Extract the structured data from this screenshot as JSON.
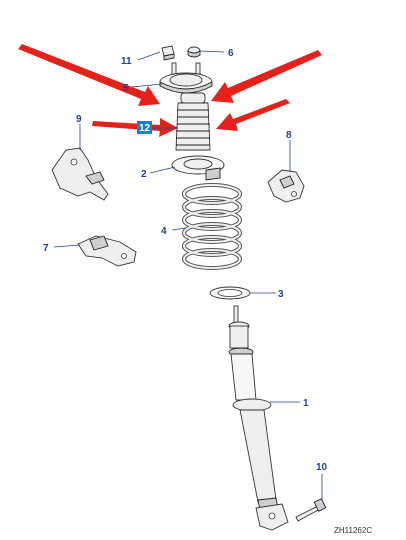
{
  "diagram": {
    "callouts": {
      "c1": "1",
      "c2": "2",
      "c3": "3",
      "c4": "4",
      "c5": "5",
      "c6": "6",
      "c7": "7",
      "c8": "8",
      "c9": "9",
      "c10": "10",
      "c11": "11",
      "c12": "12"
    },
    "highlighted_callout": "12",
    "reference_code": "ZH11262C",
    "colors": {
      "callout": "#1f3fa0",
      "highlight": "#1a7fc4",
      "arrow": "#e4221b"
    }
  }
}
